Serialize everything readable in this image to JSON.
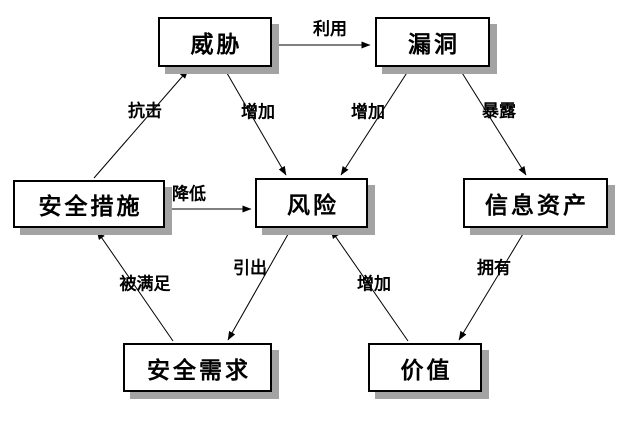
{
  "diagram": {
    "nodes": {
      "threat": {
        "label": "威胁"
      },
      "vulnerability": {
        "label": "漏洞"
      },
      "security_measure": {
        "label": "安全措施"
      },
      "risk": {
        "label": "风险"
      },
      "info_asset": {
        "label": "信息资产"
      },
      "security_requirement": {
        "label": "安全需求"
      },
      "value": {
        "label": "价值"
      }
    },
    "edges": [
      {
        "from": "威胁",
        "to": "漏洞",
        "label": "利用"
      },
      {
        "from": "安全措施",
        "to": "威胁",
        "label": "抗击"
      },
      {
        "from": "威胁",
        "to": "风险",
        "label": "增加"
      },
      {
        "from": "漏洞",
        "to": "风险",
        "label": "增加"
      },
      {
        "from": "漏洞",
        "to": "信息资产",
        "label": "暴露"
      },
      {
        "from": "安全措施",
        "to": "风险",
        "label": "降低"
      },
      {
        "from": "安全需求",
        "to": "安全措施",
        "label": "被满足"
      },
      {
        "from": "风险",
        "to": "安全需求",
        "label": "引出"
      },
      {
        "from": "价值",
        "to": "风险",
        "label": "增加"
      },
      {
        "from": "信息资产",
        "to": "价值",
        "label": "拥有"
      }
    ],
    "colors": {
      "background": "#ffffff",
      "node_fill": "#ffffff",
      "node_border": "#000000",
      "node_shadow": "#a3a3a3",
      "edge_line": "#000000",
      "text": "#000000"
    }
  }
}
